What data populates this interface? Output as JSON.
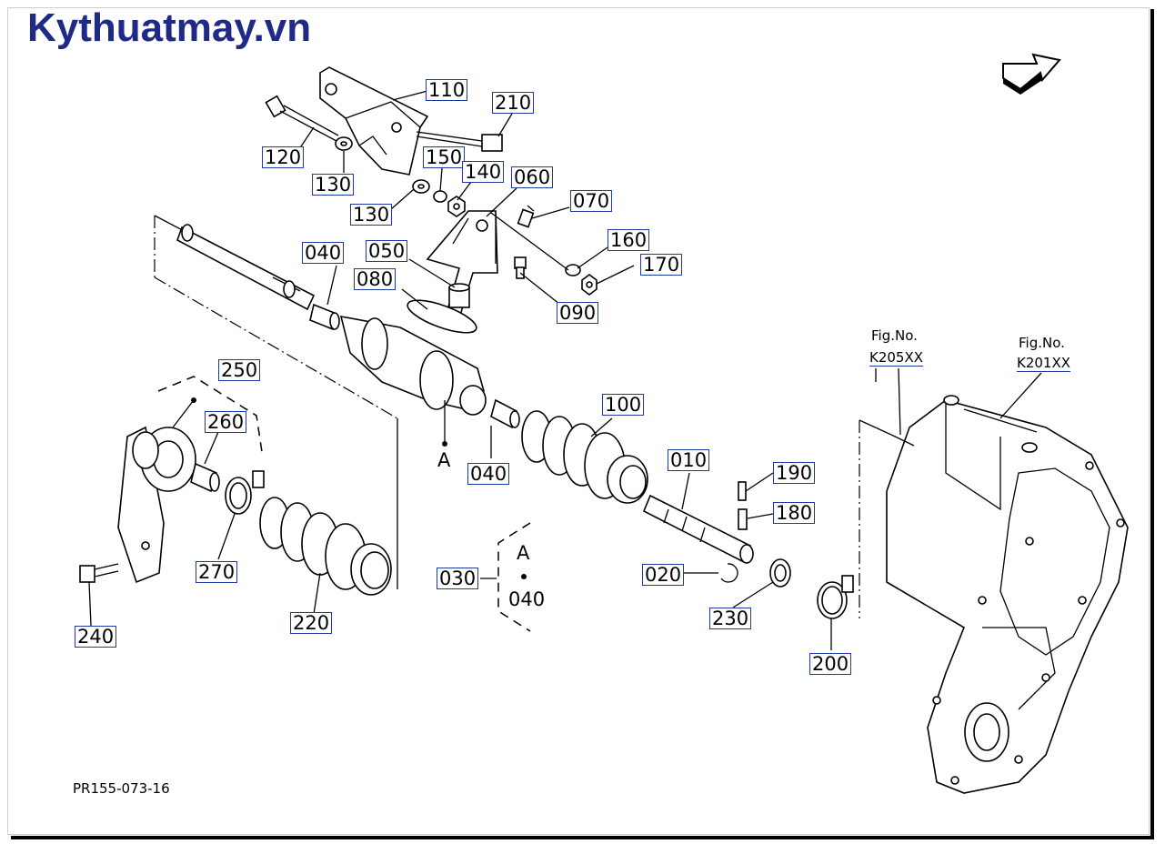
{
  "brand": "Kythuatmay.vn",
  "drawing_code": "PR155-073-16",
  "callouts": {
    "c110": "110",
    "c210": "210",
    "c120": "120",
    "c130a": "130",
    "c130b": "130",
    "c150": "150",
    "c140": "140",
    "c060": "060",
    "c070": "070",
    "c050": "050",
    "c040a": "040",
    "c080": "080",
    "c160": "160",
    "c170": "170",
    "c090": "090",
    "c250": "250",
    "c260": "260",
    "c040b": "040",
    "c100": "100",
    "c010": "010",
    "c190": "190",
    "c180": "180",
    "c270": "270",
    "c030": "030",
    "c020": "020",
    "c230": "230",
    "c220": "220",
    "c200": "200",
    "c240": "240"
  },
  "refs": {
    "fig_label_1": "Fig.No.",
    "fig_code_1": "K205XX",
    "fig_label_2": "Fig.No.",
    "fig_code_2": "K201XX",
    "point_a": "A",
    "group_a": "A",
    "group_040": "040"
  },
  "icons": {
    "direction_arrow": "front-arrow-icon"
  }
}
